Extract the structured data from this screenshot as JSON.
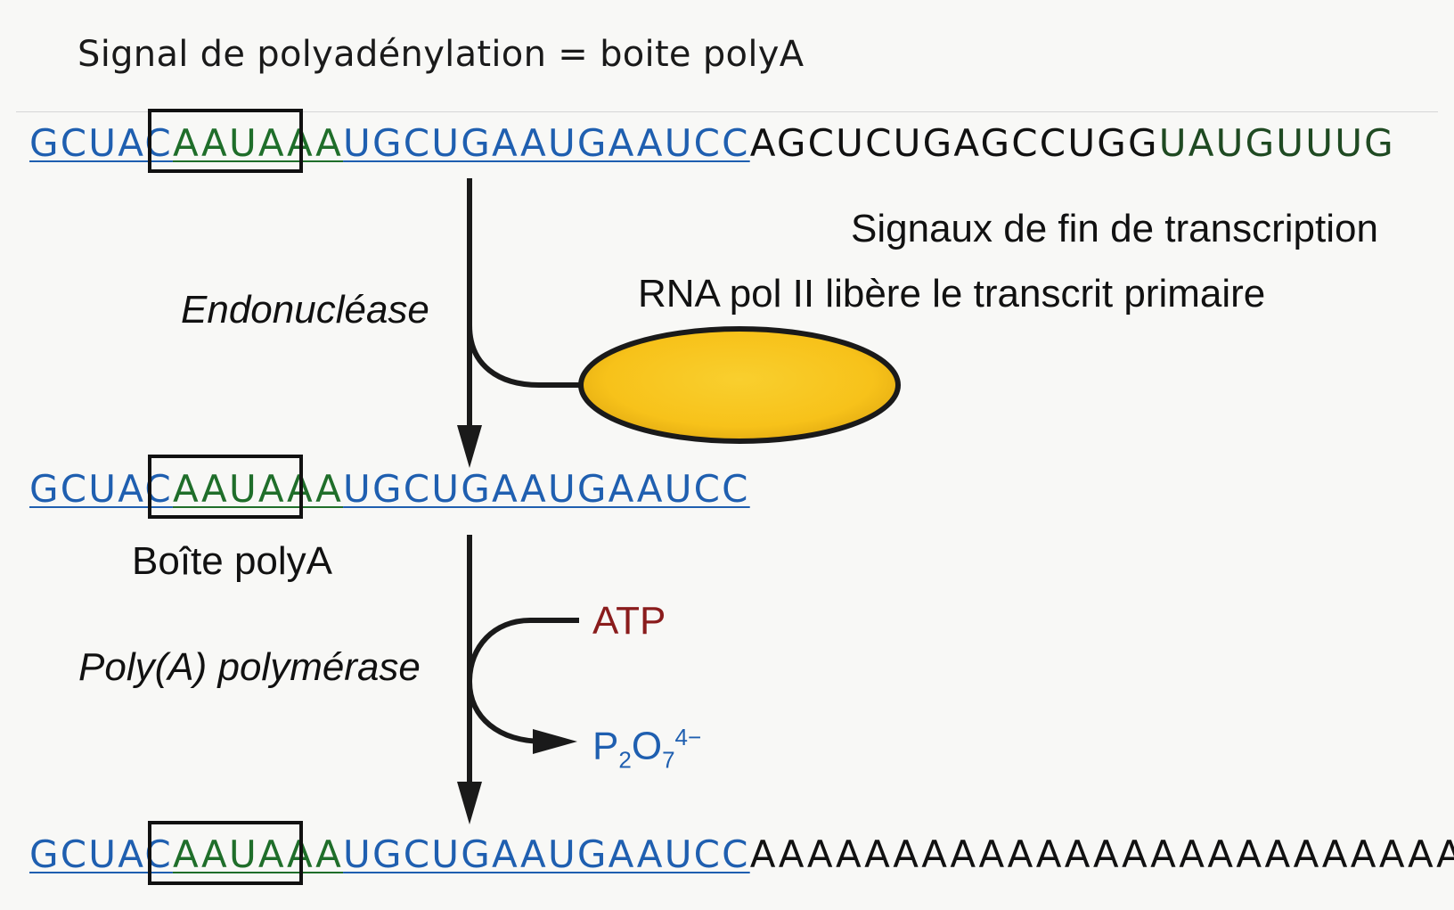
{
  "title": "Signal de polyadénylation = boite polyA",
  "sequence_top": {
    "part1": "GCUAC",
    "polyA_signal": "AAUAAA",
    "part2": "UGCUGAAUGAAUCC",
    "part3": "AGCUCUGAGCCUGG",
    "part4": "UAUGUUUG"
  },
  "sequence_middle": {
    "part1": "GCUAC",
    "polyA_signal": "AAUAAA",
    "part2": "UGCUGAAUGAAUCC"
  },
  "sequence_bottom": {
    "part1": "GCUAC",
    "polyA_signal": "AAUAAA",
    "part2": "UGCUGAAUGAAUCC",
    "tail": "AAAAAAAAAAAAAAAAAAAAAAAAAA"
  },
  "labels": {
    "signals_end": "Signaux de fin de transcription",
    "rna_pol": "RNA pol II libère le transcrit primaire",
    "endonuclease": "Endonucléase",
    "boite_polyA": "Boîte polyA",
    "polyA_polymerase": "Poly(A) polymérase",
    "atp": "ATP",
    "ppi_base": "P",
    "ppi_sub1": "2",
    "ppi_o": "O",
    "ppi_sub2": "7",
    "ppi_charge": "4−"
  },
  "colors": {
    "blue": "#1f5fb0",
    "green": "#1f6e2a",
    "atp": "#8a1c1c",
    "enzyme_fill": "#f7c21a"
  }
}
